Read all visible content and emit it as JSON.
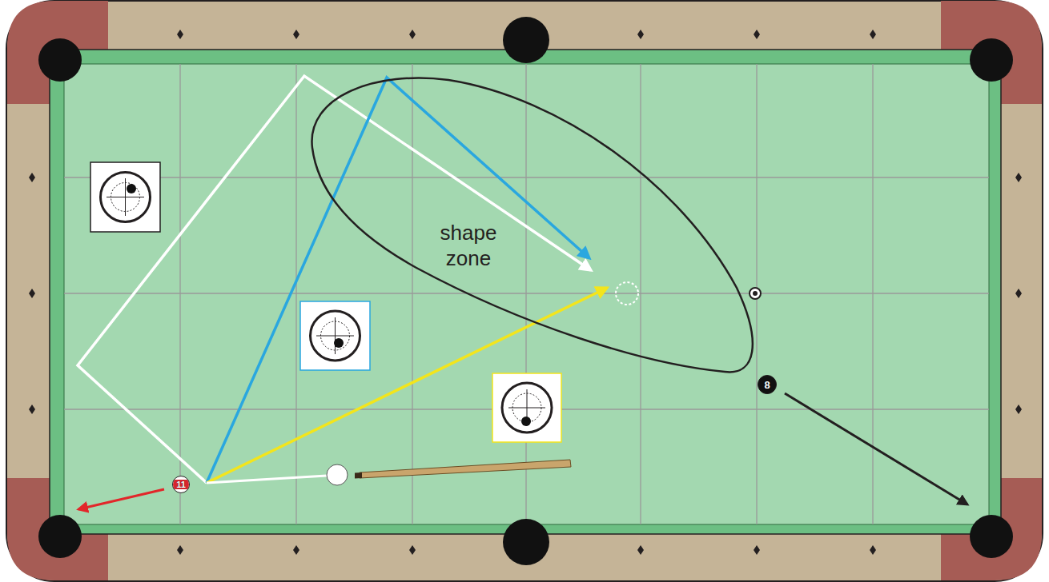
{
  "diagram": {
    "nodes": [
      {
        "text": [
          "shape zone"
        ]
      },
      {
        "text": [
          "8"
        ]
      },
      {
        "text": [
          "11"
        ]
      }
    ]
  }
}
